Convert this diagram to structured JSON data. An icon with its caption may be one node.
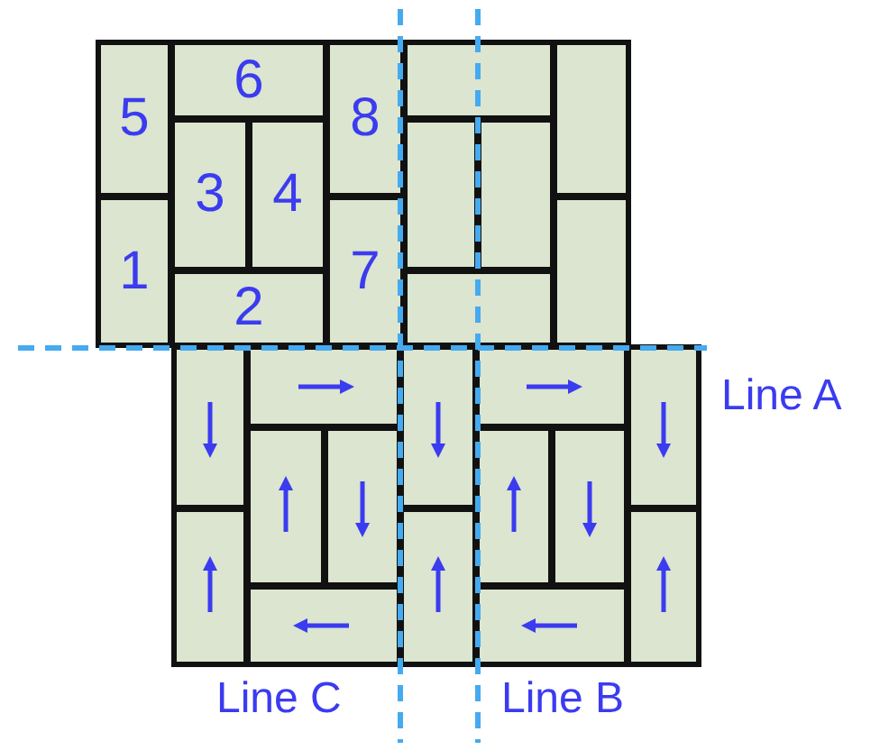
{
  "diagram": {
    "nodes": [
      {
        "text": [
          "5"
        ]
      },
      {
        "text": [
          "1"
        ]
      },
      {
        "text": [
          "6"
        ]
      },
      {
        "text": [
          "3"
        ]
      },
      {
        "text": [
          "4"
        ]
      },
      {
        "text": [
          "2"
        ]
      },
      {
        "text": [
          "8"
        ]
      },
      {
        "text": [
          "7"
        ]
      },
      {
        "text": [],
        "shape": "box"
      },
      {
        "text": [],
        "shape": "box"
      },
      {
        "text": [],
        "shape": "box"
      },
      {
        "text": [],
        "shape": "box"
      },
      {
        "text": [],
        "shape": "box"
      },
      {
        "text": [],
        "shape": "box"
      },
      {
        "text": [],
        "shape": "box"
      },
      {
        "text": [],
        "shape": "box"
      },
      {
        "text": [],
        "shape": "box"
      },
      {
        "text": [],
        "shape": "box"
      },
      {
        "text": [],
        "shape": "box"
      },
      {
        "text": [],
        "shape": "box"
      },
      {
        "text": [],
        "shape": "box"
      },
      {
        "text": [],
        "shape": "box"
      },
      {
        "text": [],
        "shape": "box"
      },
      {
        "text": [],
        "shape": "box"
      },
      {
        "text": [],
        "shape": "box"
      },
      {
        "text": [],
        "shape": "box"
      },
      {
        "text": [],
        "shape": "box"
      },
      {
        "text": [],
        "shape": "box"
      }
    ],
    "labels": [
      "Line A",
      "Line C",
      "Line B"
    ]
  }
}
